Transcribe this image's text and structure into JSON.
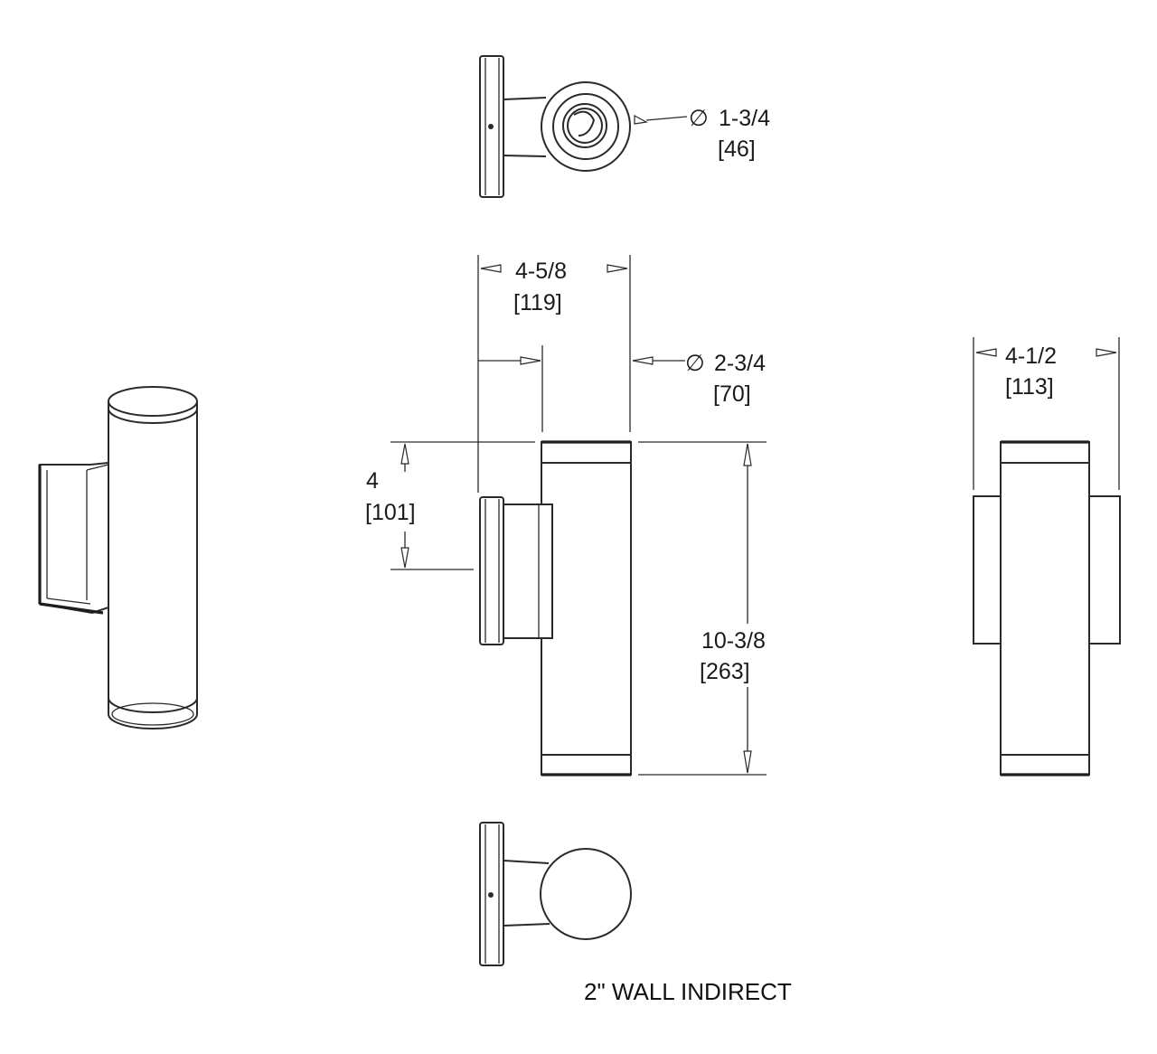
{
  "caption": "2\" WALL INDIRECT",
  "dimensions": {
    "top_view_diameter": {
      "label": "1-3/4",
      "metric": "[46]"
    },
    "projection": {
      "label": "4-5/8",
      "metric": "[119]"
    },
    "cylinder_diameter": {
      "label": "2-3/4",
      "metric": "[70]"
    },
    "mount_offset": {
      "label": "4",
      "metric": "[101]"
    },
    "height": {
      "label": "10-3/8",
      "metric": "[263]"
    },
    "back_width": {
      "label": "4-1/2",
      "metric": "[113]"
    }
  },
  "colors": {
    "line": "#2a2a2a",
    "background": "#ffffff"
  }
}
